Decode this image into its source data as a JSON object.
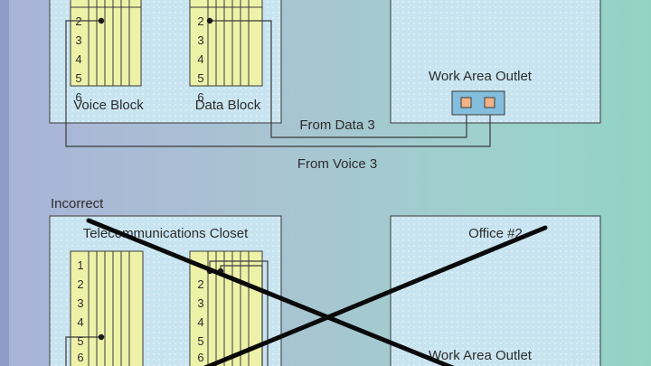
{
  "top": {
    "voice_block_label": "Voice Block",
    "data_block_label": "Data Block",
    "block_numbers": [
      "2",
      "3",
      "4",
      "5",
      "6"
    ],
    "outlet_label": "Work Area Outlet",
    "from_data_label": "From Data 3",
    "from_voice_label": "From Voice 3"
  },
  "bottom": {
    "section_label": "Incorrect",
    "closet_title": "Telecommunications Closet",
    "office_title": "Office #2",
    "block_numbers": [
      "1",
      "2",
      "3",
      "4",
      "5",
      "6"
    ],
    "outlet_label": "Work Area Outlet"
  },
  "colors": {
    "panel_fill": "#c8e4f0",
    "block_fill": "#eef2a8",
    "outlet_fill": "#84bedd",
    "port_fill": "#f3b287",
    "wire": "#3a3a3a"
  }
}
